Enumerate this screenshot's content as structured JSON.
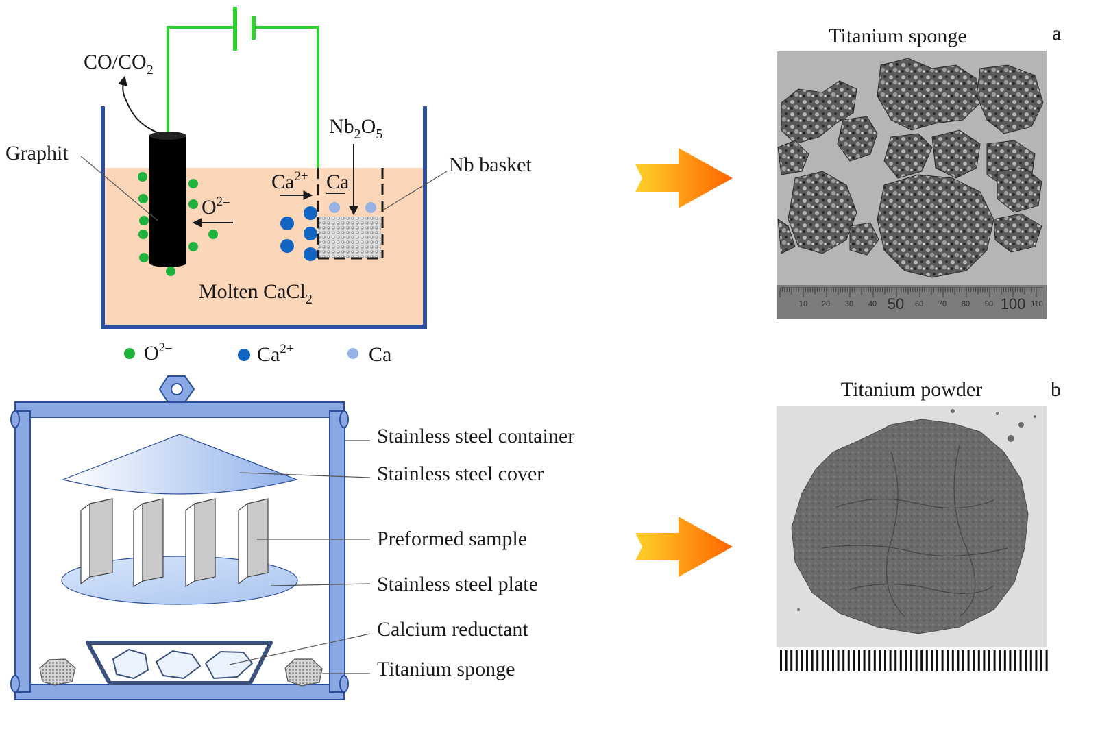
{
  "panel_a": {
    "letter": "a",
    "gas": {
      "main": "CO/CO",
      "sub": "2"
    },
    "graphite_label": "Graphit",
    "oxide_label": {
      "main": "Nb",
      "sub1": "2",
      "mid": "O",
      "sub2": "5"
    },
    "basket_label": "Nb basket",
    "ion_ca": {
      "main": "Ca",
      "sup": "2+"
    },
    "ca_label": "Ca",
    "ion_o": {
      "main": "O",
      "sup": "2–"
    },
    "electrolyte": {
      "main": "Molten CaCl",
      "sub": "2"
    },
    "legend": [
      {
        "main": "O",
        "sup": "2–",
        "color": "#1fb23c"
      },
      {
        "main": "Ca",
        "sup": "2+",
        "color": "#1266c2"
      },
      {
        "main": "Ca",
        "sup": "",
        "color": "#94b2e6"
      }
    ],
    "photo_title": "Titanium sponge",
    "ruler_ticks": [
      "10",
      "20",
      "30",
      "40",
      "50",
      "60",
      "70",
      "80",
      "90",
      "100",
      "110"
    ]
  },
  "panel_b": {
    "letter": "b",
    "labels": [
      "Stainless steel container",
      "Stainless steel cover",
      "Preformed sample",
      "Stainless steel plate",
      "Calcium reductant",
      "Titanium sponge"
    ],
    "photo_title": "Titanium powder"
  },
  "colors": {
    "wire": "#2fd12f",
    "electrolyte": "#fcd6b8",
    "vessel": "#2c4e9c",
    "arrow_start": "#ffcc26",
    "arrow_end": "#ff6a00",
    "container": "#8aa8e3"
  }
}
